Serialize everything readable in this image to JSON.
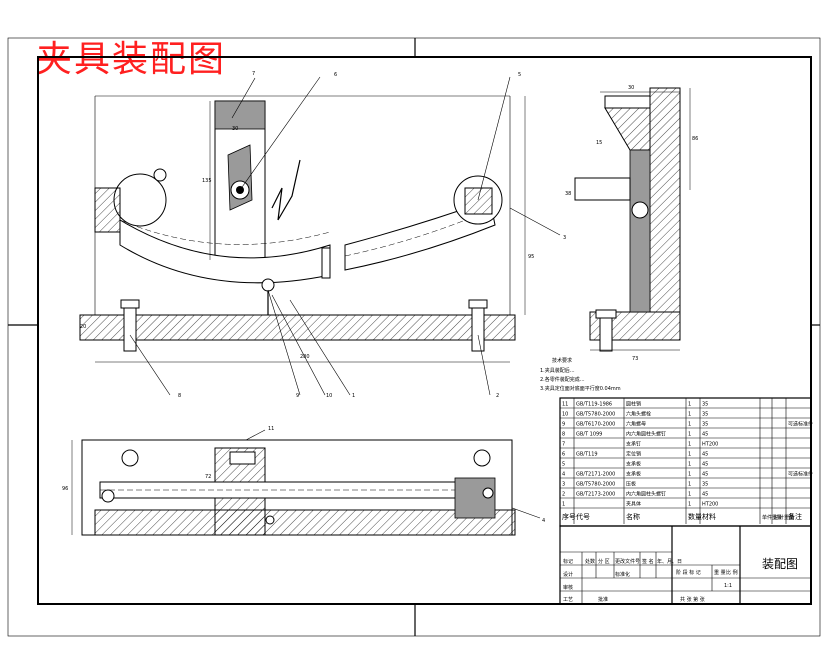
{
  "title": "夹具装配图",
  "balloons": {
    "b1": "1",
    "b2": "2",
    "b3": "3",
    "b4": "4",
    "b5": "5",
    "b6": "6",
    "b7": "7",
    "b8": "8",
    "b9": "9",
    "b10": "10",
    "b11": "11"
  },
  "title_block": {
    "drawing_name": "装配图",
    "row1": [
      "标记",
      "处数",
      "分 区",
      "更改文件号",
      "签 名",
      "年、月、日"
    ],
    "row2": [
      "设计",
      "标准化"
    ],
    "stage_labels": [
      "阶 段 标 记",
      "重 量",
      "比 例"
    ],
    "scale": "1:1",
    "row_review": "审核",
    "row_process": "工艺",
    "approve": "批准",
    "sheets": "共  张  第  张"
  },
  "bom": {
    "headers": [
      "序号",
      "代号",
      "名称",
      "数量",
      "材料",
      "单件重量",
      "总计重量",
      "备注"
    ],
    "rows": [
      [
        "11",
        "GB/T119-1986",
        "圆柱销",
        "1",
        "35",
        ""
      ],
      [
        "10",
        "GB/T5780-2000",
        "六角头螺栓",
        "1",
        "35",
        ""
      ],
      [
        "9",
        "GB/T6170-2000",
        "六角螺母",
        "1",
        "35",
        "可选标准件"
      ],
      [
        "8",
        "GB/T 1099",
        "内六角圆柱头螺钉",
        "1",
        "45",
        ""
      ],
      [
        "7",
        "",
        "支承钉",
        "1",
        "HT200",
        ""
      ],
      [
        "6",
        "GB/T119",
        "定位销",
        "1",
        "45",
        ""
      ],
      [
        "5",
        "",
        "支承板",
        "1",
        "45",
        ""
      ],
      [
        "4",
        "GB/T2171-2000",
        "支承板",
        "1",
        "45",
        "可选标准件"
      ],
      [
        "3",
        "GB/T5780-2000",
        "压板",
        "1",
        "35",
        ""
      ],
      [
        "2",
        "GB/T2173-2000",
        "内六角圆柱头螺钉",
        "1",
        "45",
        ""
      ],
      [
        "1",
        "",
        "夹具体",
        "1",
        "HT200",
        ""
      ]
    ]
  },
  "tech_notes": {
    "heading": "技术要求",
    "items": [
      "1.夹具装配后...",
      "2.各零件装配完成...",
      "3.夹具定位面对底面平行度0.04mm"
    ]
  },
  "dimensions": {
    "d1": "20",
    "d2": "135",
    "d3": "280",
    "d4": "95",
    "d5": "72",
    "d6": "30",
    "d7": "96",
    "d8": "15",
    "d9": "73",
    "d10": "30",
    "d11": "38",
    "d12": "86"
  }
}
